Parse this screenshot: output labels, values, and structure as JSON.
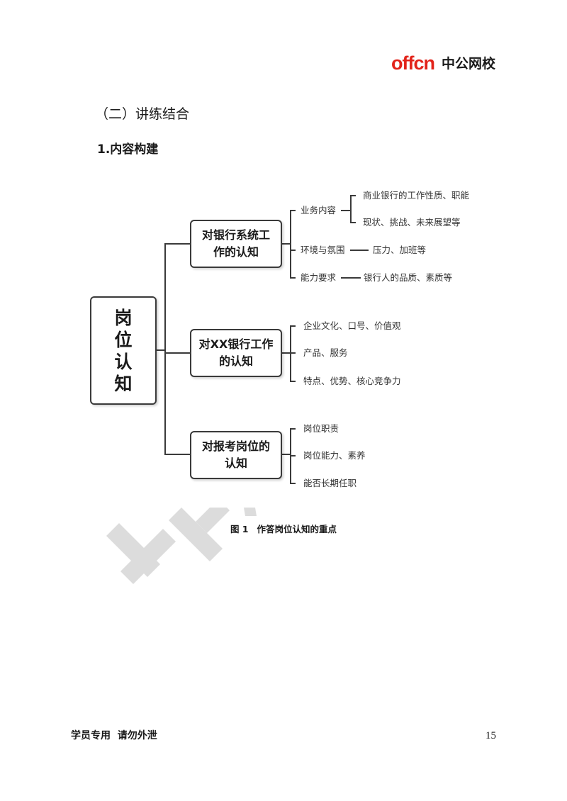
{
  "header": {
    "logo_latin": "offcn",
    "logo_cn": "中公网校"
  },
  "section_title": "（二）讲练结合",
  "sub_title": "1.内容构建",
  "mindmap": {
    "root": "岗位认知",
    "branches": [
      {
        "label": "对银行系统工作的认知",
        "children": [
          {
            "label": "业务内容",
            "children": [
              "商业银行的工作性质、职能",
              "现状、挑战、未来展望等"
            ]
          },
          {
            "label": "环境与氛围",
            "children": [
              "压力、加班等"
            ]
          },
          {
            "label": "能力要求",
            "children": [
              "银行人的品质、素质等"
            ]
          }
        ]
      },
      {
        "label": "对XX银行工作的认知",
        "children": [
          {
            "label": "企业文化、口号、价值观"
          },
          {
            "label": "产品、服务"
          },
          {
            "label": "特点、优势、核心竞争力"
          }
        ]
      },
      {
        "label": "对报考岗位的认知",
        "children": [
          {
            "label": "岗位职责"
          },
          {
            "label": "岗位能力、素养"
          },
          {
            "label": "能否长期任职"
          }
        ]
      }
    ]
  },
  "caption": {
    "number": "图 1",
    "text": "作答岗位认知的重点"
  },
  "footer": {
    "note": "学员专用  请勿外泄",
    "page_number": "15"
  },
  "colors": {
    "brand_red": "#e2231a",
    "line": "#3a3a3a",
    "watermark": "#dcdcdc"
  }
}
